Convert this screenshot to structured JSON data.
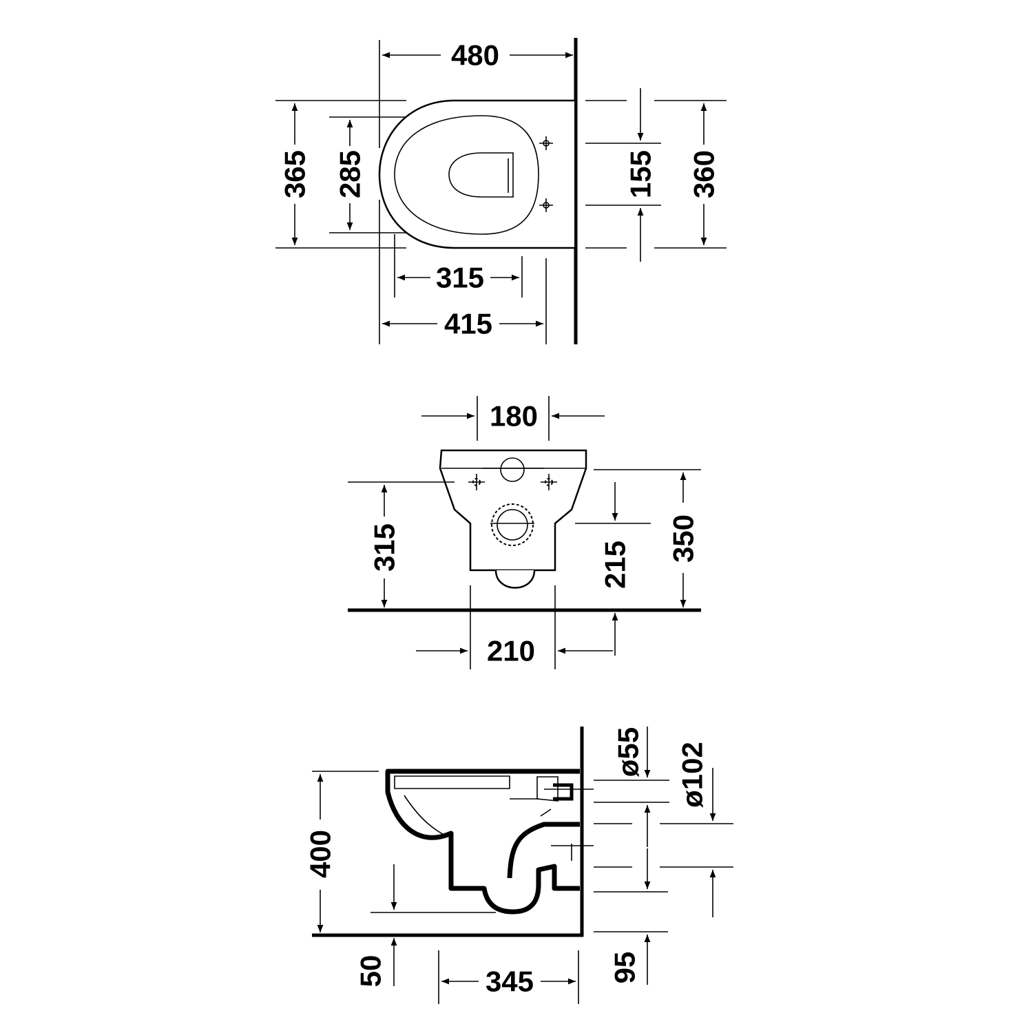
{
  "top_view": {
    "width_overall": "480",
    "depth_outer": "365",
    "depth_inner": "285",
    "width_inner": "315",
    "width_bowl": "415",
    "hole_spacing": "155",
    "depth_right": "360"
  },
  "front_view": {
    "top_width": "180",
    "hole_height": "315",
    "outlet_height": "215",
    "total_height": "350",
    "base_width": "210"
  },
  "side_view": {
    "height": "400",
    "bottom_offset": "50",
    "projection": "345",
    "outlet_offset": "95",
    "inlet_diameter": "ø55",
    "outlet_diameter": "ø102"
  }
}
